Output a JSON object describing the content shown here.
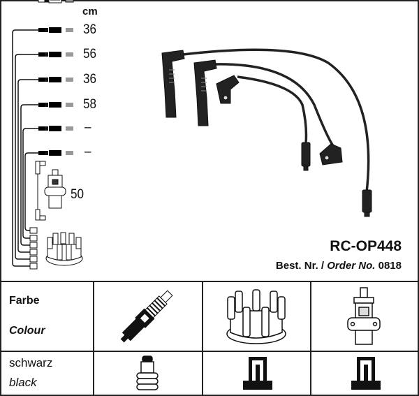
{
  "header": {
    "unit": "cm"
  },
  "lengths": [
    "36",
    "56",
    "36",
    "58",
    "–",
    "–"
  ],
  "coil_length": "50",
  "product": {
    "code": "RC-OP448",
    "order_prefix": "Best. Nr. /",
    "order_label": "Order No.",
    "order_number": "0818"
  },
  "table": {
    "header_de": "Farbe",
    "header_en": "Colour",
    "color_de": "schwarz",
    "color_en": "black",
    "columns": [
      "spark-plug",
      "distributor-cap",
      "ignition-coil"
    ]
  },
  "colors": {
    "ink": "#111111",
    "border": "#222222"
  }
}
